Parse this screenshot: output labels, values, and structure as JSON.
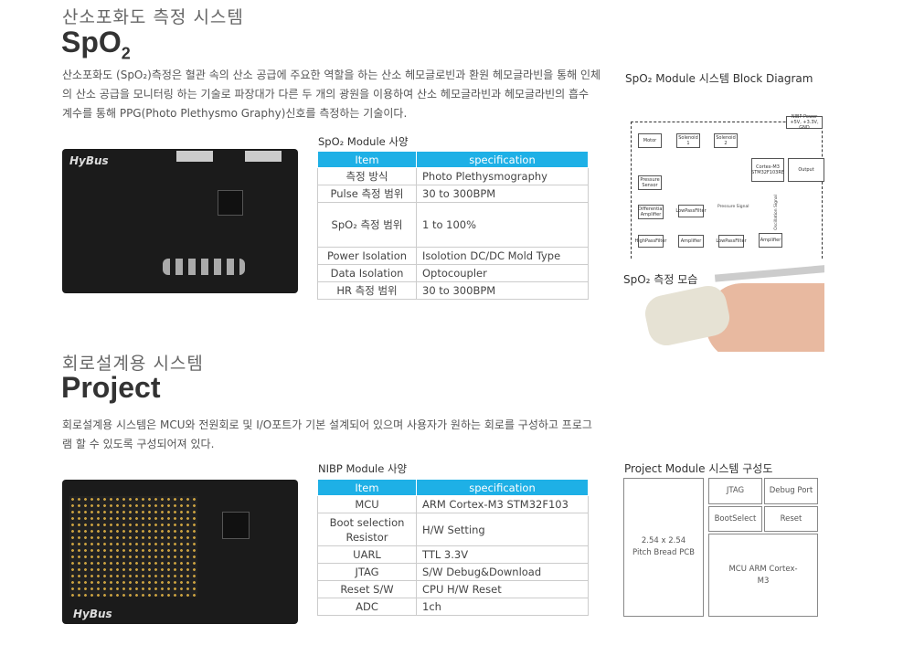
{
  "spo2": {
    "subtitle": "산소포화도 측정 시스템",
    "title": "SpO",
    "title_sub": "2",
    "description": "산소포화도 (SpO₂)측정은 혈관 속의 산소 공급에 주요한 역할을 하는 산소 헤모글로빈과 환원 헤모글라빈을 통해 인체의 산소 공급을 모니터링 하는 기술로 파장대가 다른 두 개의 광원을 이용하여 산소 헤모글라빈과 헤모글라빈의 흡수 계수를 통해 PPG(Photo Plethysmo Graphy)신호를 측정하는 기술이다.",
    "table_caption": "SpO₂ Module 사양",
    "headers": [
      "Item",
      "specification"
    ],
    "rows": [
      [
        "측정 방식",
        "Photo Plethysmography"
      ],
      [
        "Pulse 측정 범위",
        "30 to 300BPM"
      ],
      [
        "SpO₂ 측정 범위",
        "1 to 100%"
      ],
      [
        "Power Isolation",
        "Isolotion DC/DC Mold Type"
      ],
      [
        "Data Isolation",
        "Optocoupler"
      ],
      [
        "HR 측정 범위",
        "30 to 300BPM"
      ]
    ],
    "pcb_label": "HyBus",
    "diagram_caption": "SpO₂ Module 시스템 Block Diagram",
    "photo_caption": "SpO₂ 측정 모습",
    "diagram": {
      "power": "NIBP Power +5V, +3.3V, GND",
      "motor": "Motor",
      "sol1": "Solenoid 1",
      "sol2": "Solenoid 2",
      "cpu": "Cortex-M3 STM32F103RE",
      "output": "Output",
      "sensor": "Pressure Sensor",
      "diff": "Differential Amplifier",
      "lpf1": "LowPassFilter",
      "psig": "Pressure Signal",
      "hpf": "HighPassFilter",
      "amp1": "Amplifier",
      "lpf2": "LowPassFilter",
      "amp2": "Amplifier",
      "osig": "Oscillation Signal"
    }
  },
  "project": {
    "subtitle": "회로설계용 시스템",
    "title": "Project",
    "description": "회로설계용 시스템은 MCU와 전원회로 및 I/O포트가 기본 설계되어 있으며 사용자가 원하는 회로를 구성하고 프로그램 할 수 있도록 구성되어져 있다.",
    "table_caption": "NIBP Module 사양",
    "headers": [
      "Item",
      "specification"
    ],
    "rows": [
      [
        "MCU",
        "ARM Cortex-M3 STM32F103"
      ],
      [
        "Boot selection Resistor",
        "H/W Setting"
      ],
      [
        "UARL",
        "TTL 3.3V"
      ],
      [
        "JTAG",
        "S/W Debug&Download"
      ],
      [
        "Reset S/W",
        "CPU H/W Reset"
      ],
      [
        "ADC",
        "1ch"
      ]
    ],
    "pcb_label": "HyBus",
    "diagram_caption": "Project Module 시스템 구성도",
    "blocks": {
      "pcb": "2.54 x 2.54 Pitch Bread PCB",
      "jtag": "JTAG",
      "debug": "Debug Port",
      "boot": "BootSelect",
      "reset": "Reset",
      "mcu": "MCU ARM Cortex-M3"
    }
  }
}
